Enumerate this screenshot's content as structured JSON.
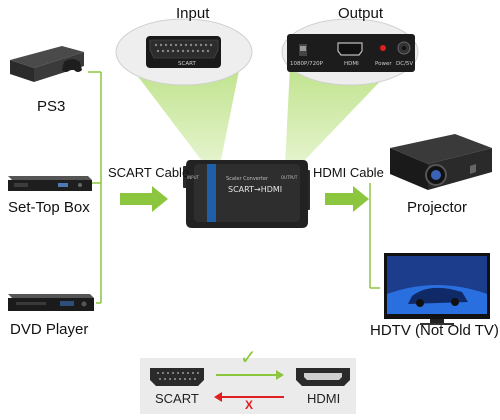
{
  "top": {
    "input_label": "Input",
    "output_label": "Output",
    "input_port_text": "SCART",
    "output_switch_text": "1080P/720P",
    "output_hdmi_text": "HDMI",
    "output_power_text": "Power",
    "output_dc_text": "DC/5V"
  },
  "sources": [
    {
      "label": "PS3",
      "icon": "ps3-console-icon"
    },
    {
      "label": "Set-Top Box",
      "icon": "set-top-box-icon"
    },
    {
      "label": "DVD Player",
      "icon": "dvd-player-icon"
    }
  ],
  "cables": {
    "left": "SCART Cable",
    "right": "HDMI Cable"
  },
  "converter": {
    "title": "SCART→HDMI",
    "subtitle": "Scaler Converter",
    "left_port": "INPUT",
    "right_port": "OUTPUT"
  },
  "outputs": [
    {
      "label": "Projector",
      "icon": "projector-icon"
    },
    {
      "label": "HDTV (Not Old TV)",
      "icon": "hdtv-icon"
    }
  ],
  "bottom": {
    "scart_label": "SCART",
    "hdmi_label": "HDMI",
    "check_mark": "✓",
    "cross_mark": "X"
  },
  "colors": {
    "green": "#8cc63f",
    "light_green": "#c9e89a",
    "red": "#e02020",
    "dark": "#1e1e1e"
  }
}
